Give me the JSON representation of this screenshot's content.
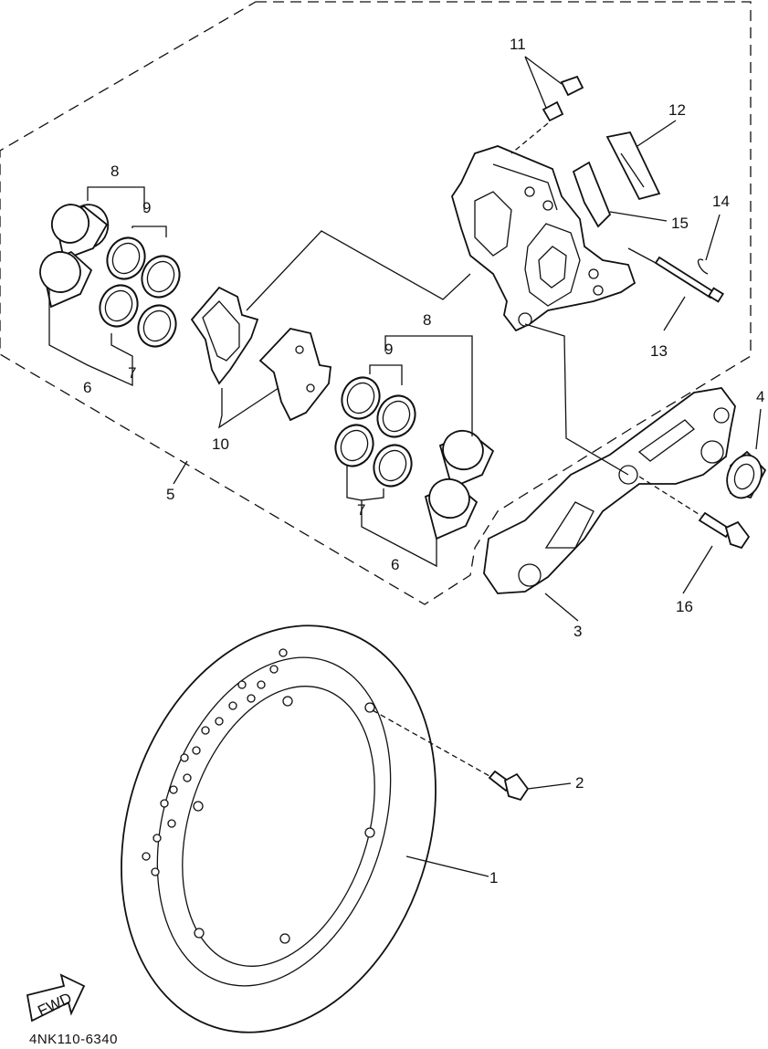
{
  "diagram": {
    "part_number": "4NK110-6340",
    "fwd_label": "FWD",
    "callouts": {
      "c1": "1",
      "c2": "2",
      "c3": "3",
      "c4": "4",
      "c5": "5",
      "c6a": "6",
      "c6b": "6",
      "c7a": "7",
      "c7b": "7",
      "c8a": "8",
      "c8b": "8",
      "c9a": "9",
      "c9b": "9",
      "c10": "10",
      "c11": "11",
      "c12": "12",
      "c13": "13",
      "c14": "14",
      "c15": "15",
      "c16": "16"
    }
  }
}
